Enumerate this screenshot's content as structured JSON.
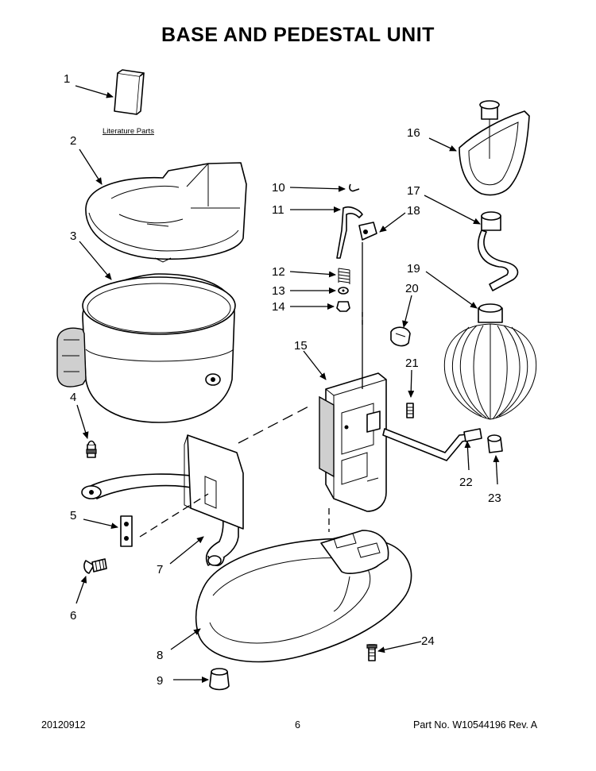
{
  "page": {
    "title": "BASE AND PEDESTAL UNIT",
    "footer_date": "20120912",
    "footer_page": "6",
    "footer_part": "Part No.  W10544196  Rev.  A"
  },
  "diagram": {
    "literature_label": "Literature Parts",
    "callouts": [
      "1",
      "2",
      "3",
      "4",
      "5",
      "6",
      "7",
      "8",
      "9",
      "10",
      "11",
      "12",
      "13",
      "14",
      "15",
      "16",
      "17",
      "18",
      "19",
      "20",
      "21",
      "22",
      "23",
      "24"
    ]
  }
}
